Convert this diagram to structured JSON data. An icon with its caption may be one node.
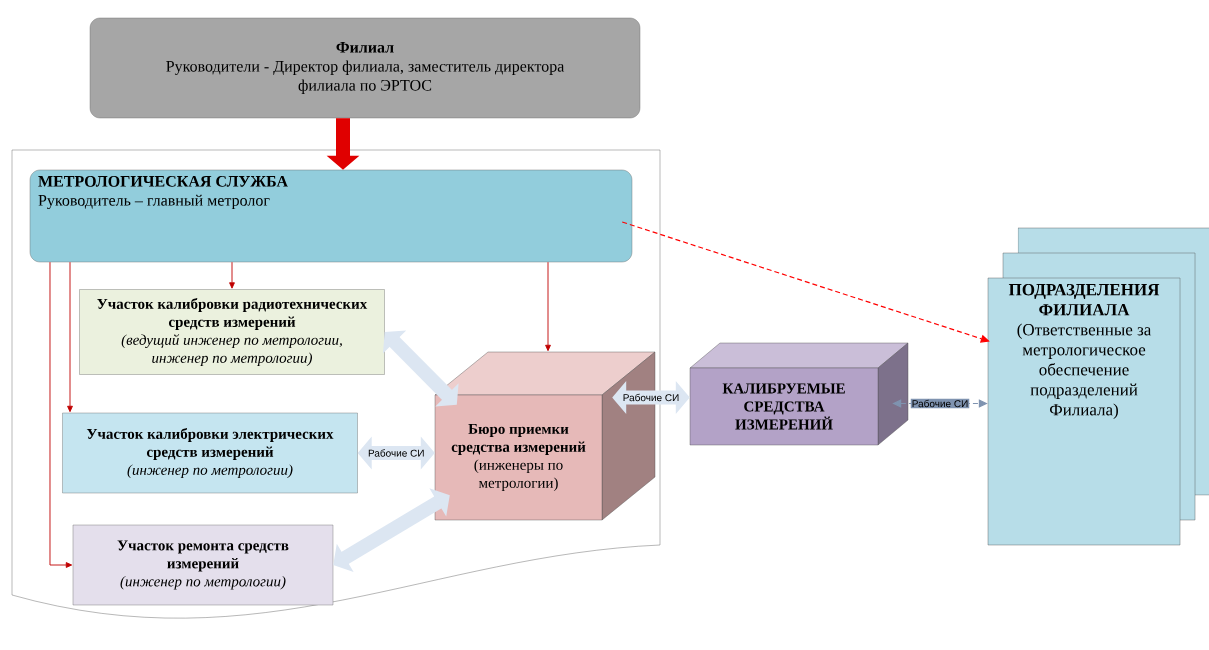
{
  "diagram": {
    "nodes": [
      {
        "text": [
          "Филиал",
          "Руководители - Директор филиала, заместитель директора филиала по ЭРТОС"
        ]
      },
      {
        "text": [],
        "shape": "box"
      },
      {
        "text": [
          "МЕТРОЛОГИЧЕСКАЯ СЛУЖБА",
          "Руководитель – главный метролог"
        ],
        "in": 1
      },
      {
        "text": [
          "Участок калибровки радиотехнических средств измерений",
          "(ведущий инженер по метрологии, инженер по метрологии)"
        ],
        "in": 1
      },
      {
        "text": [
          "Участок калибровки электрических средств измерений",
          "(инженер по метрологии)"
        ],
        "in": 1
      },
      {
        "text": [
          "Участок ремонта средств измерений",
          "(инженер по метрологии)"
        ],
        "in": 1
      },
      {
        "text": [
          "Бюро приемки средства измерений",
          "(инженеры по метрологии)"
        ],
        "in": 1
      },
      {
        "text": [
          "КАЛИБРУЕМЫЕ СРЕДСТВА ИЗМЕРЕНИЙ"
        ]
      },
      {
        "text": [
          "ПОДРАЗДЕЛЕНИЯ ФИЛИАЛА",
          "(Ответственные за метрологическое обеспечение подразделений Филиала)"
        ]
      }
    ],
    "edges": [
      {
        "from": 0,
        "to": 2,
        "arrow": "to",
        "style": "thick",
        "color": "#e00000"
      },
      {
        "from": 2,
        "to": 3,
        "arrow": "to",
        "color": "#c00000"
      },
      {
        "from": 2,
        "to": 4,
        "arrow": "to",
        "color": "#c00000"
      },
      {
        "from": 2,
        "to": 5,
        "arrow": "to",
        "color": "#c00000"
      },
      {
        "from": 2,
        "to": 6,
        "arrow": "to",
        "color": "#c00000"
      },
      {
        "from": 3,
        "to": 6,
        "arrow": "both",
        "style": "thick",
        "color": "#dce6f2"
      },
      {
        "from": 4,
        "to": 6,
        "arrow": "both",
        "style": "thick",
        "color": "#dce6f2",
        "label": "Рабочие СИ"
      },
      {
        "from": 5,
        "to": 6,
        "arrow": "both",
        "style": "thick",
        "color": "#dce6f2"
      },
      {
        "from": 6,
        "to": 7,
        "arrow": "both",
        "style": "thick",
        "color": "#dce6f2",
        "label": "Рабочие СИ"
      },
      {
        "from": 7,
        "to": 8,
        "arrow": "both",
        "style": "dashed",
        "color": "#7f93b0",
        "label": "Рабочие СИ"
      },
      {
        "from": 2,
        "to": 8,
        "arrow": "to",
        "style": "dashed",
        "color": "#ff0000"
      }
    ]
  }
}
